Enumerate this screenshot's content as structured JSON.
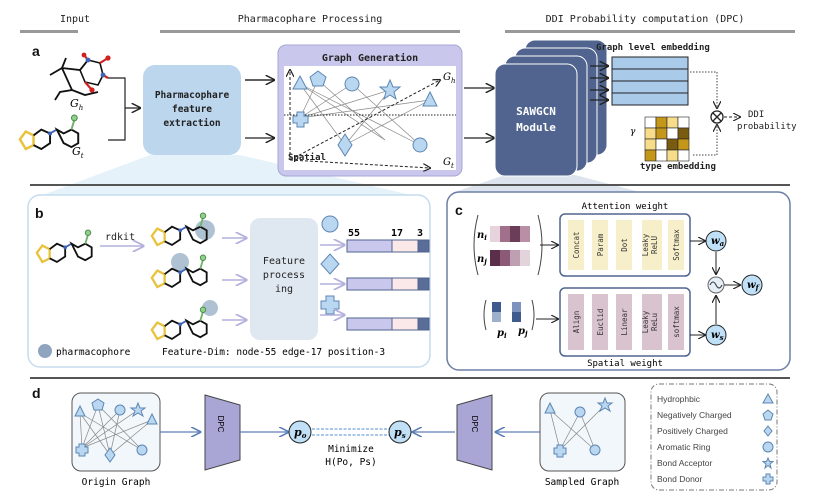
{
  "headers": {
    "input": "Input",
    "processing": "Pharmacophare Processing",
    "dpc": "DDI Probability computation (DPC)"
  },
  "panel_labels": {
    "a": "a",
    "b": "b",
    "c": "c",
    "d": "d"
  },
  "panel_a": {
    "mol_h": "G",
    "mol_h_sub": "h",
    "mol_t": "G",
    "mol_t_sub": "t",
    "extraction": [
      "Pharmacophare",
      "feature",
      "extraction"
    ],
    "graph_title": "Graph Generation",
    "graph_gh": "G",
    "graph_gh_sub": "h",
    "graph_gt": "G",
    "graph_gt_sub": "t",
    "spatial": "Spatial",
    "module": [
      "SAWGCN",
      "Module"
    ],
    "graph_embedding": "Graph level embedding",
    "gamma": "γ",
    "type_embedding": "type embedding",
    "ddi_probability": [
      "DDI",
      "probability"
    ]
  },
  "panel_b": {
    "rdkit": "rdkit",
    "feature_processing": [
      "Feature",
      "process",
      "ing"
    ],
    "dims": [
      "55",
      "17",
      "3"
    ],
    "legend_pharmacophore": "pharmacophore",
    "feature_dim": "Feature-Dim: node-55 edge-17 position-3"
  },
  "panel_c": {
    "attention_title": "Attention weight",
    "attention_steps": [
      "Concat",
      "Param",
      "Dot",
      "Leaky ReLU",
      "Softmax"
    ],
    "spatial_title": "Spatial weight",
    "spatial_steps": [
      "Align",
      "Euclid",
      "Linear",
      "Leaky ReLu",
      "softmax"
    ],
    "n_i": "n",
    "n_i_sub": "i",
    "n_j": "n",
    "n_j_sub": "j",
    "p_i": "p",
    "p_i_sub": "i",
    "p_j": "p",
    "p_j_sub": "j",
    "w_a": "w",
    "w_a_sub": "a",
    "w_s": "w",
    "w_s_sub": "s",
    "w_f": "w",
    "w_f_sub": "f"
  },
  "panel_d": {
    "origin_graph": "Origin Graph",
    "sampled_graph": "Sampled Graph",
    "dpc_left": "DPC",
    "dpc_right": "DPC",
    "p_o": "p",
    "p_o_sub": "o",
    "p_s": "p",
    "p_s_sub": "s",
    "minimize": "Minimize",
    "objective": "H(Po, Ps)",
    "legend": [
      {
        "label": "Hydrophbic",
        "icon": "triangle-icon"
      },
      {
        "label": "Negatively Charged",
        "icon": "pentagon-icon"
      },
      {
        "label": "Positively Charged",
        "icon": "diamond-icon"
      },
      {
        "label": "Aromatic Ring",
        "icon": "circle-icon"
      },
      {
        "label": "Bond Acceptor",
        "icon": "star-icon"
      },
      {
        "label": "Bond Donor",
        "icon": "cross-icon"
      }
    ]
  },
  "colors": {
    "node_fill": "#b9d7f0",
    "module": "#50648f",
    "attention": "#f6efc9",
    "spatial": "#d9c3cf",
    "dpc": "#a9a6d6"
  }
}
